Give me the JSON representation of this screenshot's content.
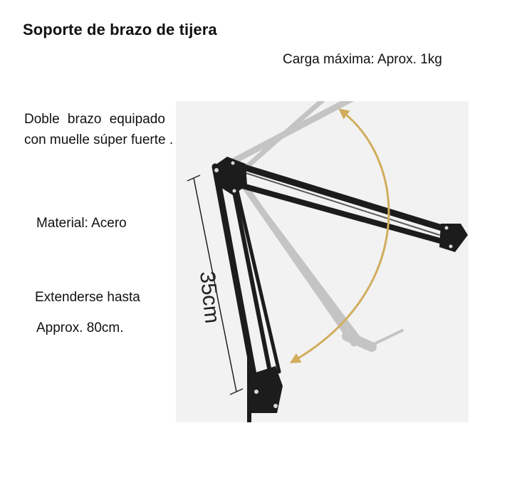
{
  "title": "Soporte de brazo de tijera",
  "load": "Carga máxima: Aprox. 1kg",
  "arm_line1": "Doble brazo equipado",
  "arm_line2": "con muelle súper fuerte .",
  "material": "Material: Acero",
  "extend_line1": "Extenderse hasta",
  "extend_line2": "Approx. 80cm.",
  "dimension_label": "35cm",
  "colors": {
    "arm": "#1c1c1c",
    "ghost_arm": "#9a9a9a",
    "arrow": "#d1ad5e",
    "photo_bg": "#f2f2f2"
  }
}
